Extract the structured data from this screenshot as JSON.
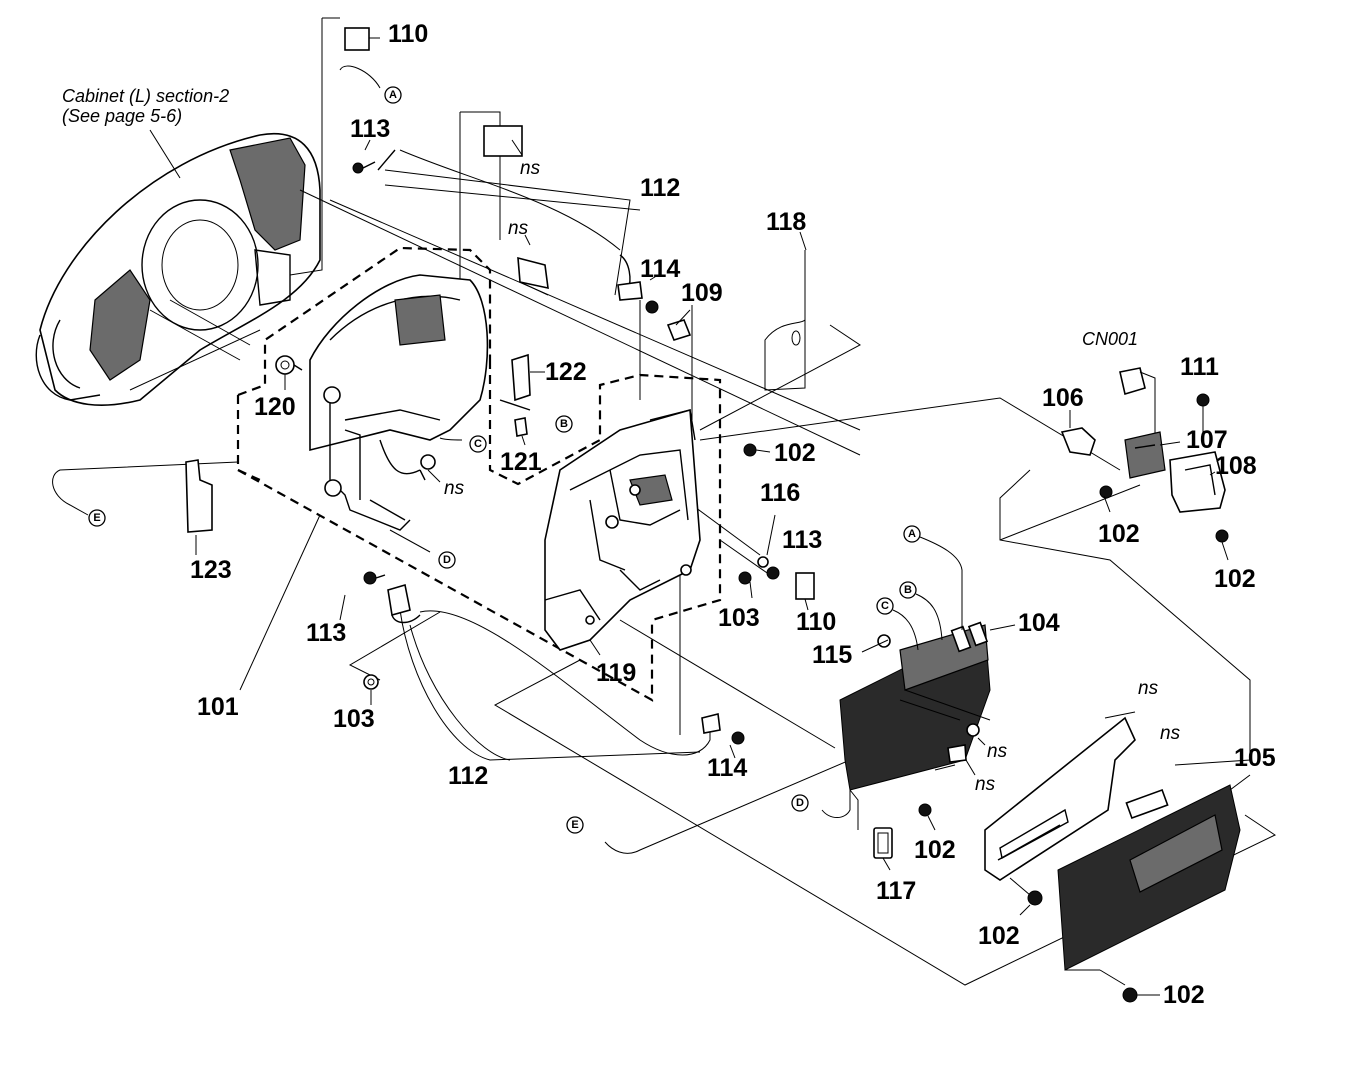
{
  "caption": {
    "line1": "Cabinet (L) section-2",
    "line2": "(See page 5-6)"
  },
  "labels": {
    "p101": "101",
    "p102a": "102",
    "p102b": "102",
    "p102c": "102",
    "p102d": "102",
    "p102e": "102",
    "p102f": "102",
    "p103a": "103",
    "p103b": "103",
    "p104": "104",
    "p105": "105",
    "p106": "106",
    "p107": "107",
    "p108": "108",
    "p109": "109",
    "p110a": "110",
    "p110b": "110",
    "p111": "111",
    "p112a": "112",
    "p112b": "112",
    "p113a": "113",
    "p113b": "113",
    "p113c": "113",
    "p114a": "114",
    "p114b": "114",
    "p115": "115",
    "p116": "116",
    "p117": "117",
    "p118": "118",
    "p119": "119",
    "p120": "120",
    "p121": "121",
    "p122": "122",
    "p123": "123",
    "cn001": "CN001"
  },
  "ns_label": "ns",
  "connectors": {
    "A": "A",
    "B": "B",
    "C": "C",
    "D": "D",
    "E": "E"
  }
}
